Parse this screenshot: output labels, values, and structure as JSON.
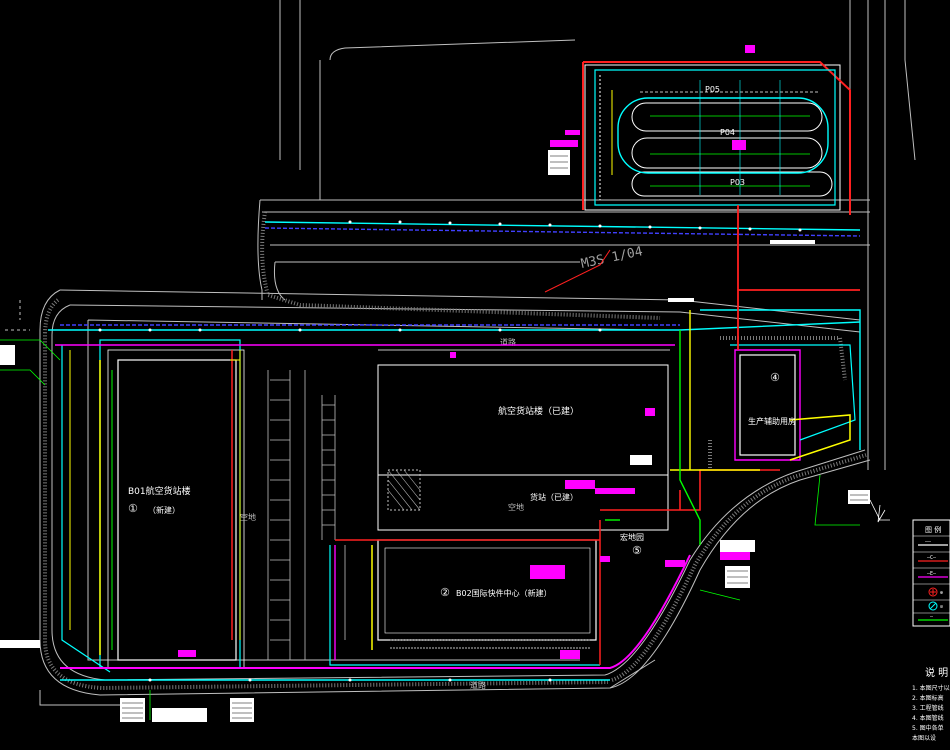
{
  "drawing": {
    "background": "#000000",
    "colors": {
      "boundary": "#ffffff",
      "road": "#d0d0d0",
      "water": "#00ffff",
      "fire": "#ff2020",
      "power": "#ffff00",
      "drain": "#ff00ff",
      "gas": "#00ff00",
      "sewer": "#4040ff",
      "note": "#ff00ff"
    },
    "labels": {
      "axis_text": "M3S 1/04",
      "p_top": "P05",
      "p_mid": "P04",
      "p_bot": "P03",
      "building1_num": "①",
      "building1_name": "B01航空货站楼",
      "building1_sub": "（新建）",
      "building2_num": "②",
      "building2_name": "B02国际快件中心（新建）",
      "building3_name": "航空货站楼（已建）",
      "building3_sub": "货站（已建）",
      "building4_num": "④",
      "building4_name": "生产辅助用房",
      "building5_num": "⑤",
      "building5_name": "宏地园",
      "road_north": "道路",
      "road_south": "道路",
      "space_label": "空地",
      "space_label2": "空地"
    },
    "legend": {
      "title": "图 例",
      "items": [
        "——",
        "—C—",
        "—E—",
        "⊕",
        "⊘",
        "—"
      ]
    },
    "notes": {
      "title": "说 明",
      "lines": [
        "1. 本图尺寸以",
        "2. 本图标高",
        "3. 工程管线",
        "4. 本图管线",
        "5. 图中各单",
        "   本图以设"
      ]
    }
  }
}
